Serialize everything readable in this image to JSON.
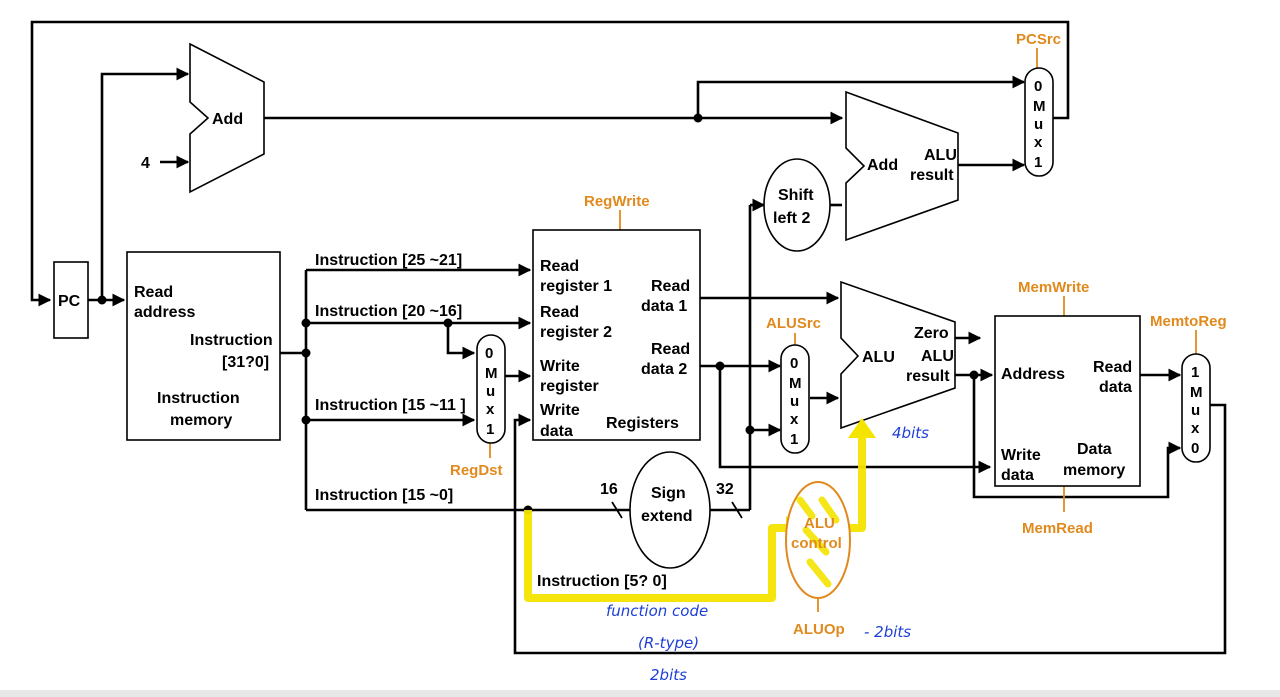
{
  "colors": {
    "control": "#e08a1e",
    "highlight": "#f5e400",
    "ink": "#1d3fd6",
    "wire": "#000000"
  },
  "blocks": {
    "pc": "PC",
    "add_top": "Add",
    "four": "4",
    "imem_read": "Read",
    "imem_address": "address",
    "imem_instruction": "Instruction",
    "imem_bits": "[31?0]",
    "imem_title1": "Instruction",
    "imem_title2": "memory",
    "reg_read1a": "Read",
    "reg_read1b": "register 1",
    "reg_read2a": "Read",
    "reg_read2b": "register 2",
    "reg_writea": "Write",
    "reg_writeb": "register",
    "reg_wdataa": "Write",
    "reg_wdatab": "data",
    "reg_rd1a": "Read",
    "reg_rd1b": "data 1",
    "reg_rd2a": "Read",
    "reg_rd2b": "data 2",
    "reg_title": "Registers",
    "shift1": "Shift",
    "shift2": "left 2",
    "add_branch": "Add",
    "add_branch_alu": "ALU",
    "add_branch_result": "result",
    "alu": "ALU",
    "alu_zero": "Zero",
    "alu_alu": "ALU",
    "alu_result": "result",
    "sign1": "Sign",
    "sign2": "extend",
    "sign_in": "16",
    "sign_out": "32",
    "aluctl1": "ALU",
    "aluctl2": "control",
    "dmem_address": "Address",
    "dmem_read1": "Read",
    "dmem_read2": "data",
    "dmem_write1": "Write",
    "dmem_write2": "data",
    "dmem_title1": "Data",
    "dmem_title2": "memory"
  },
  "muxes": {
    "pcsrc": [
      "0",
      "M",
      "u",
      "x",
      "1"
    ],
    "regdst": [
      "0",
      "M",
      "u",
      "x",
      "1"
    ],
    "alusrc": [
      "0",
      "M",
      "u",
      "x",
      "1"
    ],
    "memtoreg": [
      "1",
      "M",
      "u",
      "x",
      "0"
    ]
  },
  "fields": {
    "f1": "Instruction [25 ~21]",
    "f2": "Instruction [20 ~16]",
    "f3": "Instruction [15 ~1",
    "f3b": "1  ]",
    "f4": "Instruction [15 ~0]",
    "f5": "Instruction [5? 0]"
  },
  "control": {
    "pcsrc": "PCSrc",
    "regwrite": "RegWrite",
    "regdst": "RegDst",
    "alusrc": "ALUSrc",
    "memwrite": "MemWrite",
    "memtoreg": "MemtoReg",
    "memread": "MemRead",
    "aluop": "ALUOp"
  },
  "annotations": {
    "func1": "function code",
    "func2": "(R-type)",
    "func3": "2bits",
    "aluop_bits": "- 2bits",
    "alu_bits": "4bits"
  }
}
